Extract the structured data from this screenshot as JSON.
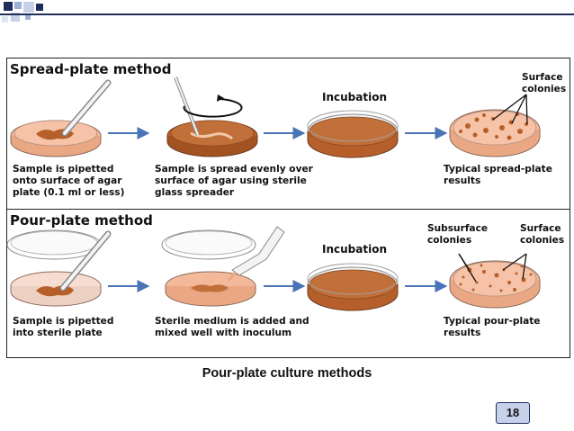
{
  "spread": {
    "title": "Spread-plate method",
    "step1": "Sample is pipetted\nonto surface of agar\nplate (0.1 ml or less)",
    "step2": "Sample is spread evenly over\nsurface of agar using sterile\nglass spreader",
    "incubation": "Incubation",
    "result": "Typical spread-plate\nresults",
    "surface": "Surface\ncolonies"
  },
  "pour": {
    "title": "Pour-plate method",
    "step1": "Sample is pipetted\ninto sterile plate",
    "step2": "Sterile medium is added and\nmixed well with inoculum",
    "incubation": "Incubation",
    "result": "Typical pour-plate\nresults",
    "subsurface": "Subsurface\ncolonies",
    "surface": "Surface\ncolonies"
  },
  "caption": "Pour-plate culture methods",
  "page_number": "18",
  "colors": {
    "agar_dark": "#b65f2a",
    "agar_light": "#f4b89a",
    "arrow": "#4a74b8",
    "slide_accent": "#1f2d5c"
  }
}
